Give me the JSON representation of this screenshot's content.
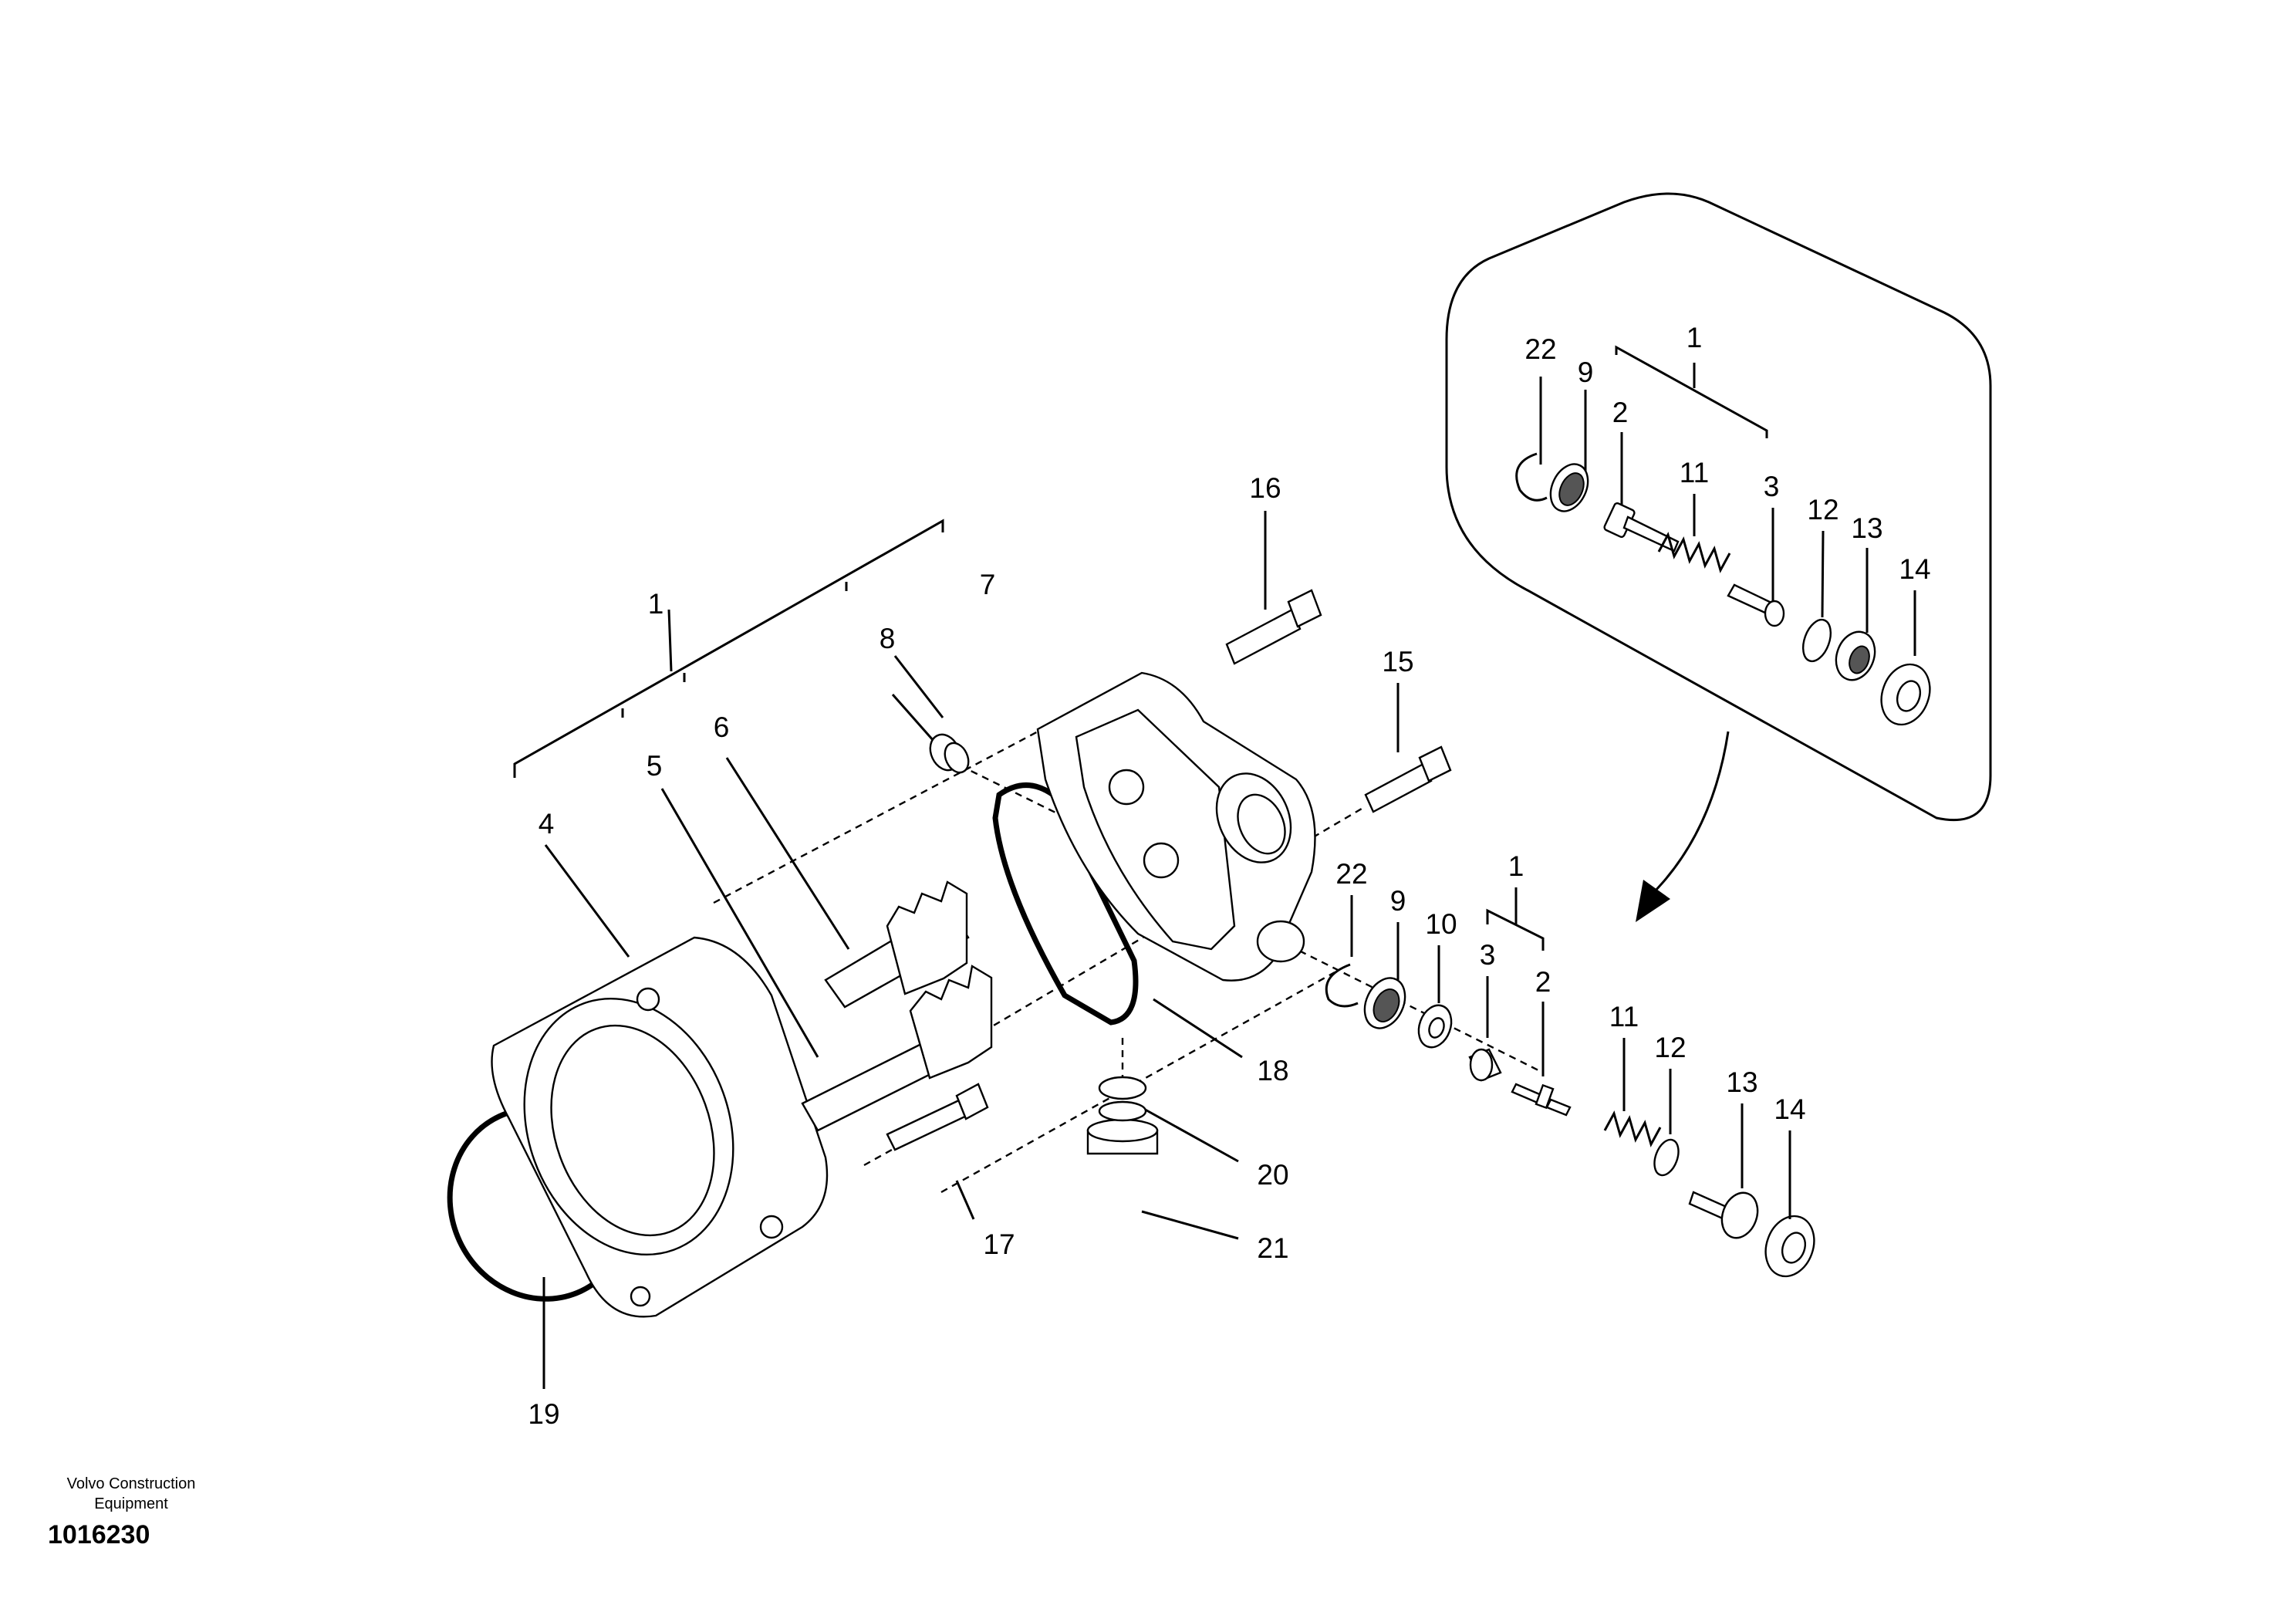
{
  "title_block": {
    "brand_line_1": "Volvo Construction",
    "brand_line_2": "Equipment",
    "document_id": "1016230"
  },
  "callouts": {
    "c1_main": "1",
    "c4": "4",
    "c5": "5",
    "c6": "6",
    "c7": "7",
    "c8": "8",
    "c15": "15",
    "c16": "16",
    "c17": "17",
    "c18": "18",
    "c19": "19",
    "c20": "20",
    "c21": "21",
    "v1": "1",
    "v2": "2",
    "v3": "3",
    "v9": "9",
    "v10": "10",
    "v11": "11",
    "v12": "12",
    "v13": "13",
    "v14": "14",
    "v22": "22",
    "d1": "1",
    "d2": "2",
    "d3": "3",
    "d9": "9",
    "d11": "11",
    "d12": "12",
    "d13": "13",
    "d14": "14",
    "d22": "22"
  }
}
